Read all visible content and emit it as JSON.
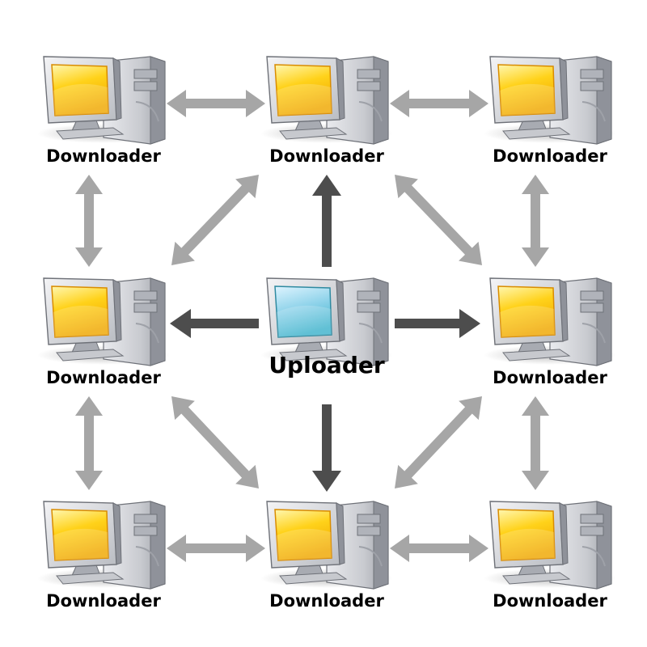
{
  "nodes": [
    {
      "id": "n00",
      "role": "downloader",
      "label": "Downloader"
    },
    {
      "id": "n01",
      "role": "downloader",
      "label": "Downloader"
    },
    {
      "id": "n02",
      "role": "downloader",
      "label": "Downloader"
    },
    {
      "id": "n10",
      "role": "downloader",
      "label": "Downloader"
    },
    {
      "id": "n11",
      "role": "uploader",
      "label": "Uploader"
    },
    {
      "id": "n12",
      "role": "downloader",
      "label": "Downloader"
    },
    {
      "id": "n20",
      "role": "downloader",
      "label": "Downloader"
    },
    {
      "id": "n21",
      "role": "downloader",
      "label": "Downloader"
    },
    {
      "id": "n22",
      "role": "downloader",
      "label": "Downloader"
    }
  ],
  "edges": [
    {
      "from": "n00",
      "to": "n01",
      "type": "peer"
    },
    {
      "from": "n01",
      "to": "n02",
      "type": "peer"
    },
    {
      "from": "n00",
      "to": "n10",
      "type": "peer"
    },
    {
      "from": "n02",
      "to": "n12",
      "type": "peer"
    },
    {
      "from": "n10",
      "to": "n20",
      "type": "peer"
    },
    {
      "from": "n12",
      "to": "n22",
      "type": "peer"
    },
    {
      "from": "n20",
      "to": "n21",
      "type": "peer"
    },
    {
      "from": "n21",
      "to": "n22",
      "type": "peer"
    },
    {
      "from": "n10",
      "to": "n01",
      "type": "peer"
    },
    {
      "from": "n01",
      "to": "n12",
      "type": "peer"
    },
    {
      "from": "n10",
      "to": "n21",
      "type": "peer"
    },
    {
      "from": "n21",
      "to": "n12",
      "type": "peer"
    },
    {
      "from": "n11",
      "to": "n01",
      "type": "upload"
    },
    {
      "from": "n11",
      "to": "n10",
      "type": "upload"
    },
    {
      "from": "n11",
      "to": "n12",
      "type": "upload"
    },
    {
      "from": "n11",
      "to": "n21",
      "type": "upload"
    }
  ],
  "colors": {
    "peer_arrow": "#a6a6a6",
    "upload_arrow": "#4d4d4d",
    "downloader_screen": "#f6c700",
    "uploader_screen": "#5cc6db",
    "case": "#c9cbd0"
  }
}
